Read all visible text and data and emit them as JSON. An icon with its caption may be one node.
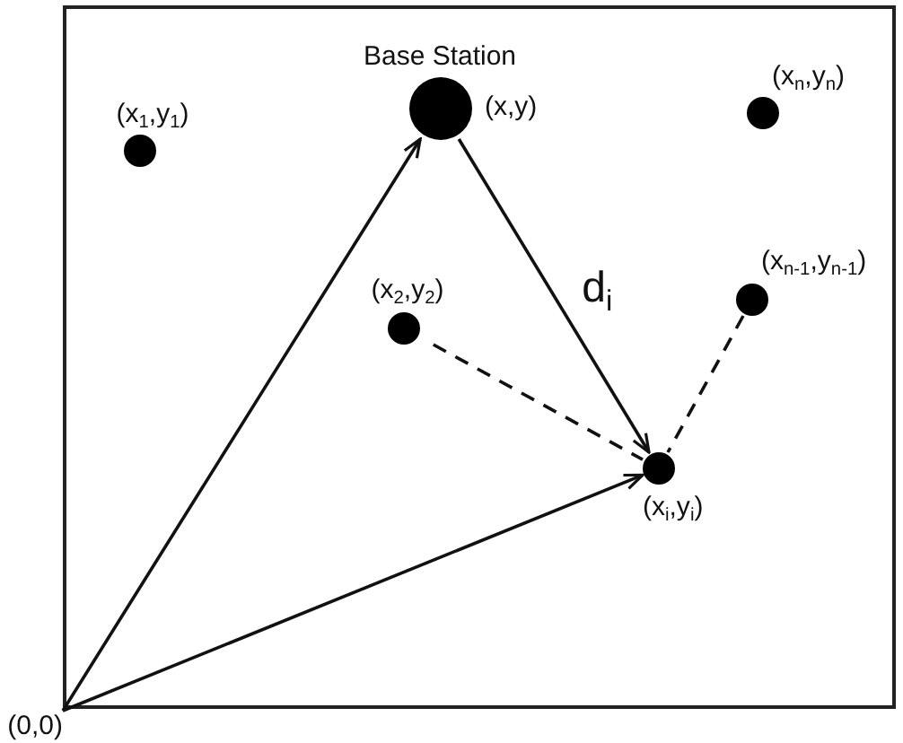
{
  "diagram": {
    "nodes": [
      {
        "text": [
          "(x$_{1}$,y$_{1}$)"
        ]
      },
      {
        "text": [
          "Base Station",
          "(x,y)"
        ]
      },
      {
        "text": [
          "(x$_{n}$,y$_{n}$)"
        ]
      },
      {
        "text": [
          "(x$_{2}$,y$_{2}$)"
        ]
      },
      {
        "text": [
          "(x$_{n-1}$,y$_{n-1}$)"
        ]
      },
      {
        "text": [
          "(x$_{i}$,y$_{i}$)"
        ]
      },
      {
        "text": [
          "(0,0)"
        ]
      }
    ],
    "edges": [
      {
        "from": 6,
        "to": 1,
        "arrow": "to"
      },
      {
        "from": 1,
        "to": 5,
        "arrow": "to",
        "label": "d$_{i}$"
      },
      {
        "from": 6,
        "to": 5,
        "arrow": "to"
      },
      {
        "from": 3,
        "to": 5,
        "arrow": "none",
        "style": "dashed"
      },
      {
        "from": 4,
        "to": 5,
        "arrow": "none",
        "style": "dashed"
      }
    ]
  }
}
